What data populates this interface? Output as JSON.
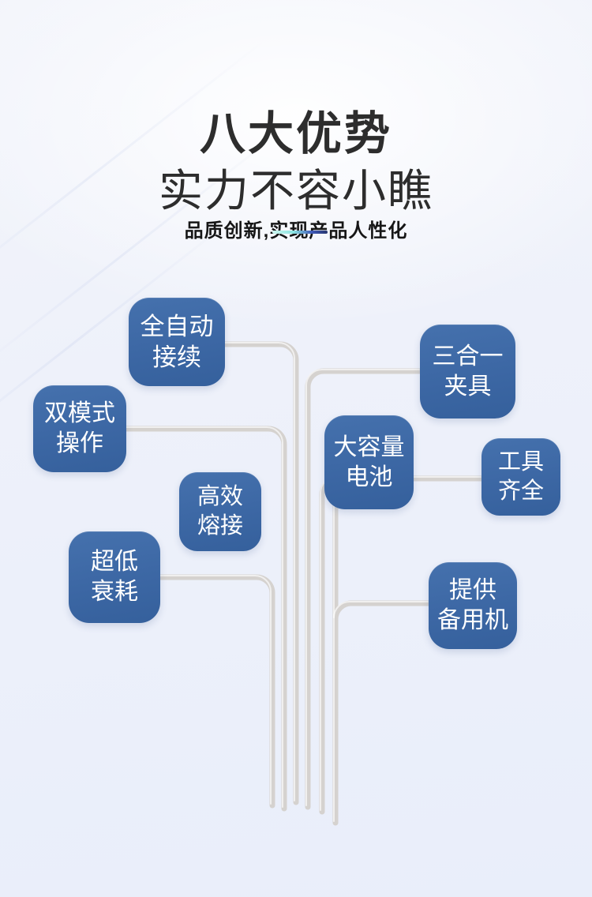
{
  "header": {
    "title": "八大优势",
    "subtitle": "实力不容小瞧",
    "tagline": "品质创新,实现产品人性化"
  },
  "advantages": [
    {
      "key": "auto-splicing",
      "line1": "全自动",
      "line2": "接续"
    },
    {
      "key": "dual-mode-operation",
      "line1": "双模式",
      "line2": "操作"
    },
    {
      "key": "efficient-fusion",
      "line1": "高效",
      "line2": "熔接"
    },
    {
      "key": "ultra-low-loss",
      "line1": "超低",
      "line2": "衰耗"
    },
    {
      "key": "three-in-one-clamp",
      "line1": "三合一",
      "line2": "夹具"
    },
    {
      "key": "large-capacity-battery",
      "line1": "大容量",
      "line2": "电池"
    },
    {
      "key": "complete-tools",
      "line1": "工具",
      "line2": "齐全"
    },
    {
      "key": "backup-machine",
      "line1": "提供",
      "line2": "备用机"
    }
  ],
  "colors": {
    "card_blue": "#3d6aa8",
    "card_text": "#ffffff",
    "heading_text": "#2d2d2d",
    "connector_gray": "#d5d2cf",
    "accent_gradient_start": "#cdf5ee",
    "accent_gradient_mid": "#8ae4e2",
    "accent_gradient_blue": "#3e58b7",
    "accent_gradient_end": "#27356e",
    "background_top": "#f3f5fb",
    "background_bottom": "#e9eefa"
  }
}
